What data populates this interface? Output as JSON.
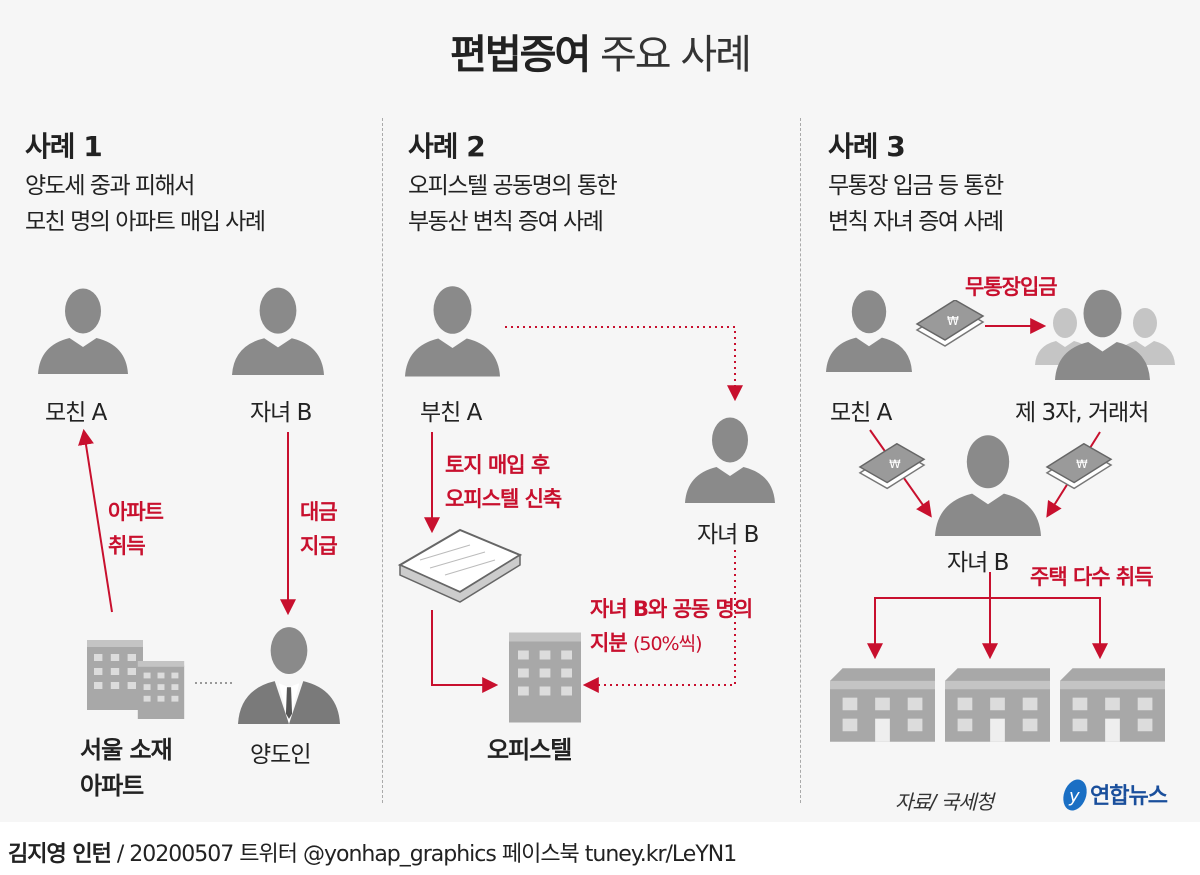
{
  "title": {
    "bold": "편법증여",
    "normal": "주요 사례"
  },
  "cases": [
    {
      "heading": "사례 1",
      "sub": [
        "양도세 중과 피해서",
        "모친 명의 아파트 매입 사례"
      ],
      "labels": {
        "mother": "모친 A",
        "child": "자녀 B",
        "apartment": [
          "서울 소재",
          "아파트"
        ],
        "seller": "양도인"
      },
      "arrows": {
        "acquire": [
          "아파트",
          "취득"
        ],
        "payment": [
          "대금",
          "지급"
        ]
      }
    },
    {
      "heading": "사례 2",
      "sub": [
        "오피스텔 공동명의 통한",
        "부동산 변칙 증여 사례"
      ],
      "labels": {
        "father": "부친 A",
        "child": "자녀 B",
        "officetel": "오피스텔"
      },
      "arrows": {
        "build": [
          "토지 매입 후",
          "오피스텔 신축"
        ],
        "joint": "자녀 B와 공동 명의",
        "share": "지분",
        "share_pct": "(50%씩)"
      }
    },
    {
      "heading": "사례 3",
      "sub": [
        "무통장 입금 등 통한",
        "변칙 자녀 증여 사례"
      ],
      "labels": {
        "mother": "모친 A",
        "third": "제 3자, 거래처",
        "child": "자녀 B"
      },
      "arrows": {
        "deposit": "무통장입금",
        "houses": "주택 다수 취득"
      }
    }
  ],
  "source": "자료/ 국세청",
  "logo": "연합뉴스",
  "footer": {
    "author": "김지영 인턴",
    "rest": "/ 20200507 트위터 @yonhap_graphics  페이스북 tuney.kr/LeYN1"
  },
  "colors": {
    "accent": "#c8102e",
    "icon": "#8a8a8a",
    "bg": "#f6f6f6"
  }
}
